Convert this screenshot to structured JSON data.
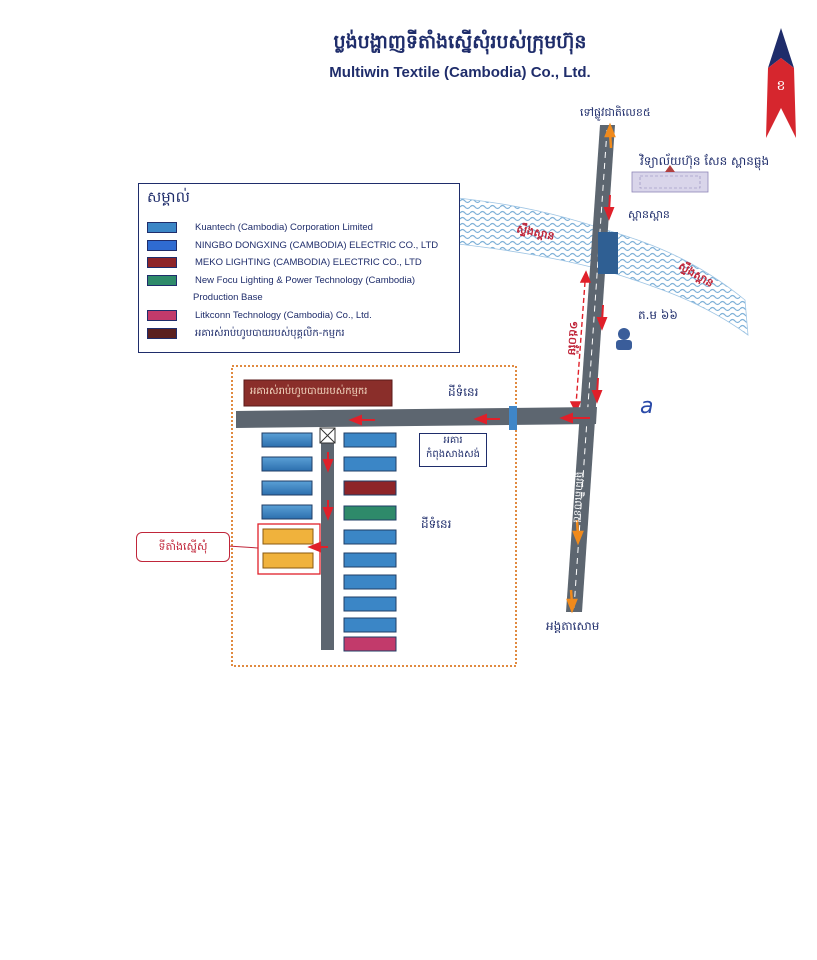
{
  "header": {
    "title_kh": "ប្លង់បង្ហាញទីតាំងស្នើសុំរបស់ក្រុមហ៊ុន",
    "title_en": "Multiwin Textile (Cambodia) Co., Ltd."
  },
  "legend": {
    "title": "សម្គាល់",
    "items": [
      {
        "label": "Kuantech (Cambodia) Corporation Limited",
        "color": "#3b86c6"
      },
      {
        "label": "NINGBO DONGXING (CAMBODIA) ELECTRIC CO., LTD",
        "color": "#2f6bd1"
      },
      {
        "label": "MEKO LIGHTING (CAMBODIA) ELECTRIC CO., LTD",
        "color": "#8e2428"
      },
      {
        "label": "New Focu Lighting & Power Technology (Cambodia)",
        "color": "#2e8a6a"
      },
      {
        "label": "Production Base",
        "color": ""
      },
      {
        "label": "Litkconn Technology (Cambodia) Co., Ltd.",
        "color": "#c23a6b"
      },
      {
        "label": "អគារស់រាប់ហូបបាយរបស់បុគ្គលិក-កម្មករ",
        "color": "#5a2020"
      }
    ]
  },
  "map": {
    "road_top_label": "ទៅផ្លូវជាតិលេខ៥",
    "school_label": "វិទ្យាល័យហ៊ុន សែន ស្ពានធ្លុង",
    "bridge_label": "ស្ពានស្ពាន",
    "river_label_left": "ស្ទឹងស្ពាន",
    "river_label_right": "ស្ទឹងស្ពាន",
    "distance_label": "១៥០ម៉ែ",
    "police_label": "ត.ម ៦៦",
    "road_name": "ផ្លូវជាតិលេខ៥",
    "road_bottom_label": "អង្គតាសោម",
    "land_label_top": "ដីទំនេរ",
    "land_label_mid": "ដីទំនេរ",
    "canteen_label": "អគារស់រាប់ហូបបាយរបស់កម្មករ",
    "construction_label": "អគារកំពុងសាងសង់",
    "callout_label": "ទីតាំងស្នើសុំ",
    "annotation": "a"
  },
  "colors": {
    "road": "#5d6670",
    "river": "#7fb1d8",
    "arrow_red": "#e0202a",
    "arrow_orange": "#f08a1c",
    "boundary": "#e08a40",
    "request_site": "#f0b23c",
    "navy": "#1f2d6b"
  }
}
